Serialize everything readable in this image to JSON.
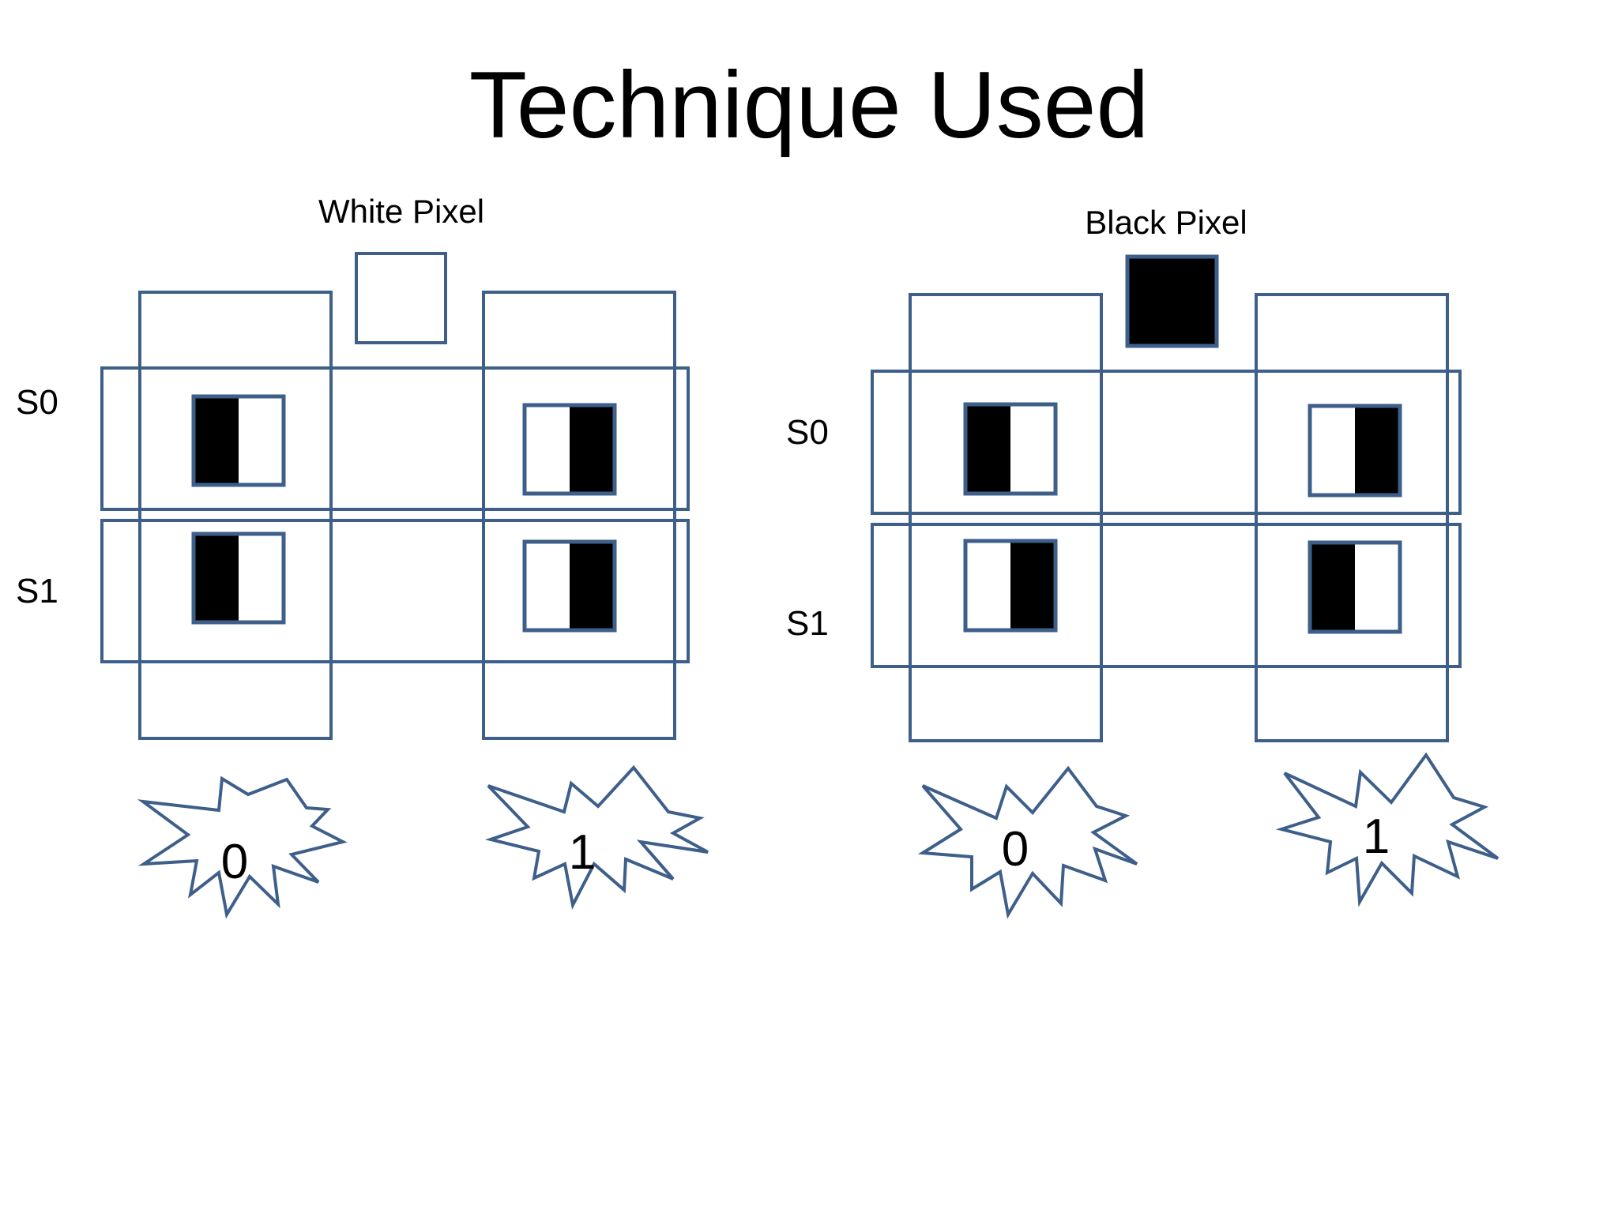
{
  "title": "Technique Used",
  "colors": {
    "outline": "#3e5f8a",
    "black": "#000000",
    "white": "#ffffff"
  },
  "panels": [
    {
      "pixel_label": "White Pixel",
      "pixel_color": "white",
      "rows": [
        {
          "label": "S0",
          "shares": [
            "black-left",
            "black-right"
          ]
        },
        {
          "label": "S1",
          "shares": [
            "black-left",
            "black-right"
          ]
        }
      ],
      "outputs": [
        "0",
        "1"
      ]
    },
    {
      "pixel_label": "Black Pixel",
      "pixel_color": "black",
      "rows": [
        {
          "label": "S0",
          "shares": [
            "black-left",
            "black-right"
          ]
        },
        {
          "label": "S1",
          "shares": [
            "black-right",
            "black-left"
          ]
        }
      ],
      "outputs": [
        "0",
        "1"
      ]
    }
  ]
}
